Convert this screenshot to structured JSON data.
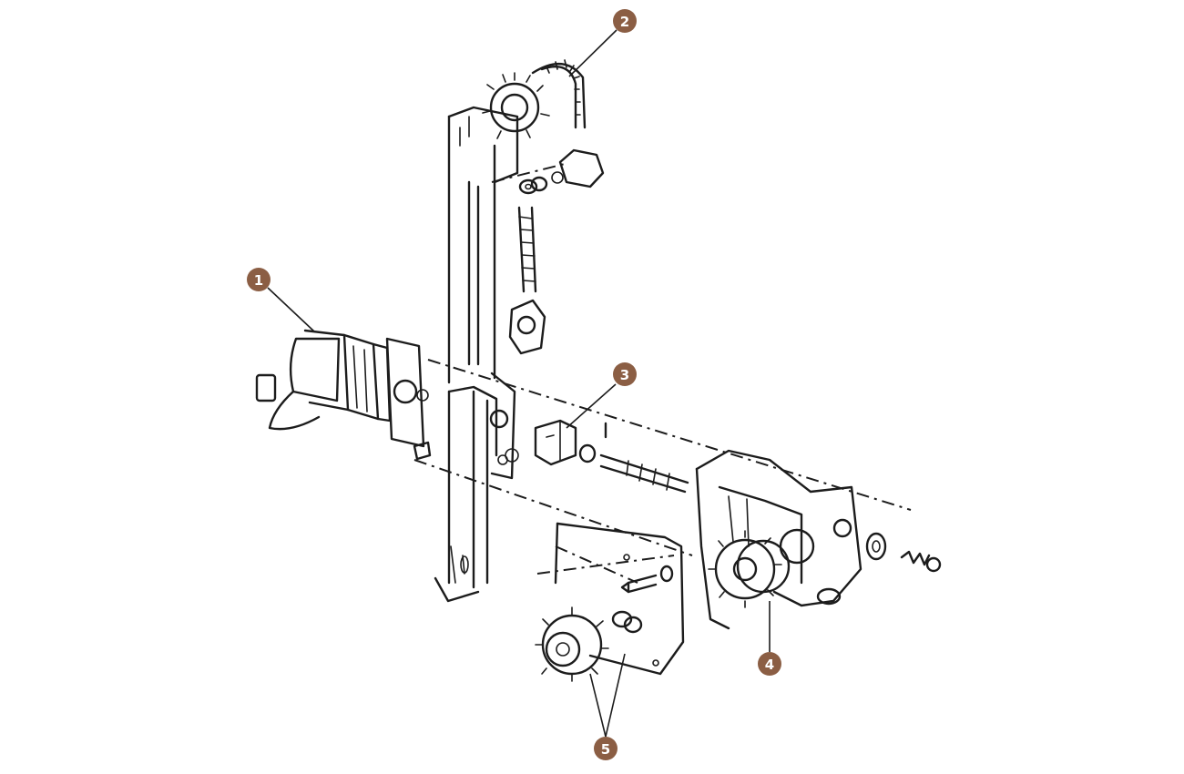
{
  "callouts": [
    {
      "id": "1",
      "label": "1"
    },
    {
      "id": "2",
      "label": "2"
    },
    {
      "id": "3",
      "label": "3"
    },
    {
      "id": "4",
      "label": "4"
    },
    {
      "id": "5",
      "label": "5"
    }
  ],
  "colors": {
    "callout_fill": "#8b5e44",
    "callout_text": "#ffffff",
    "line_ink": "#1c1c1c",
    "background": "#ffffff"
  }
}
